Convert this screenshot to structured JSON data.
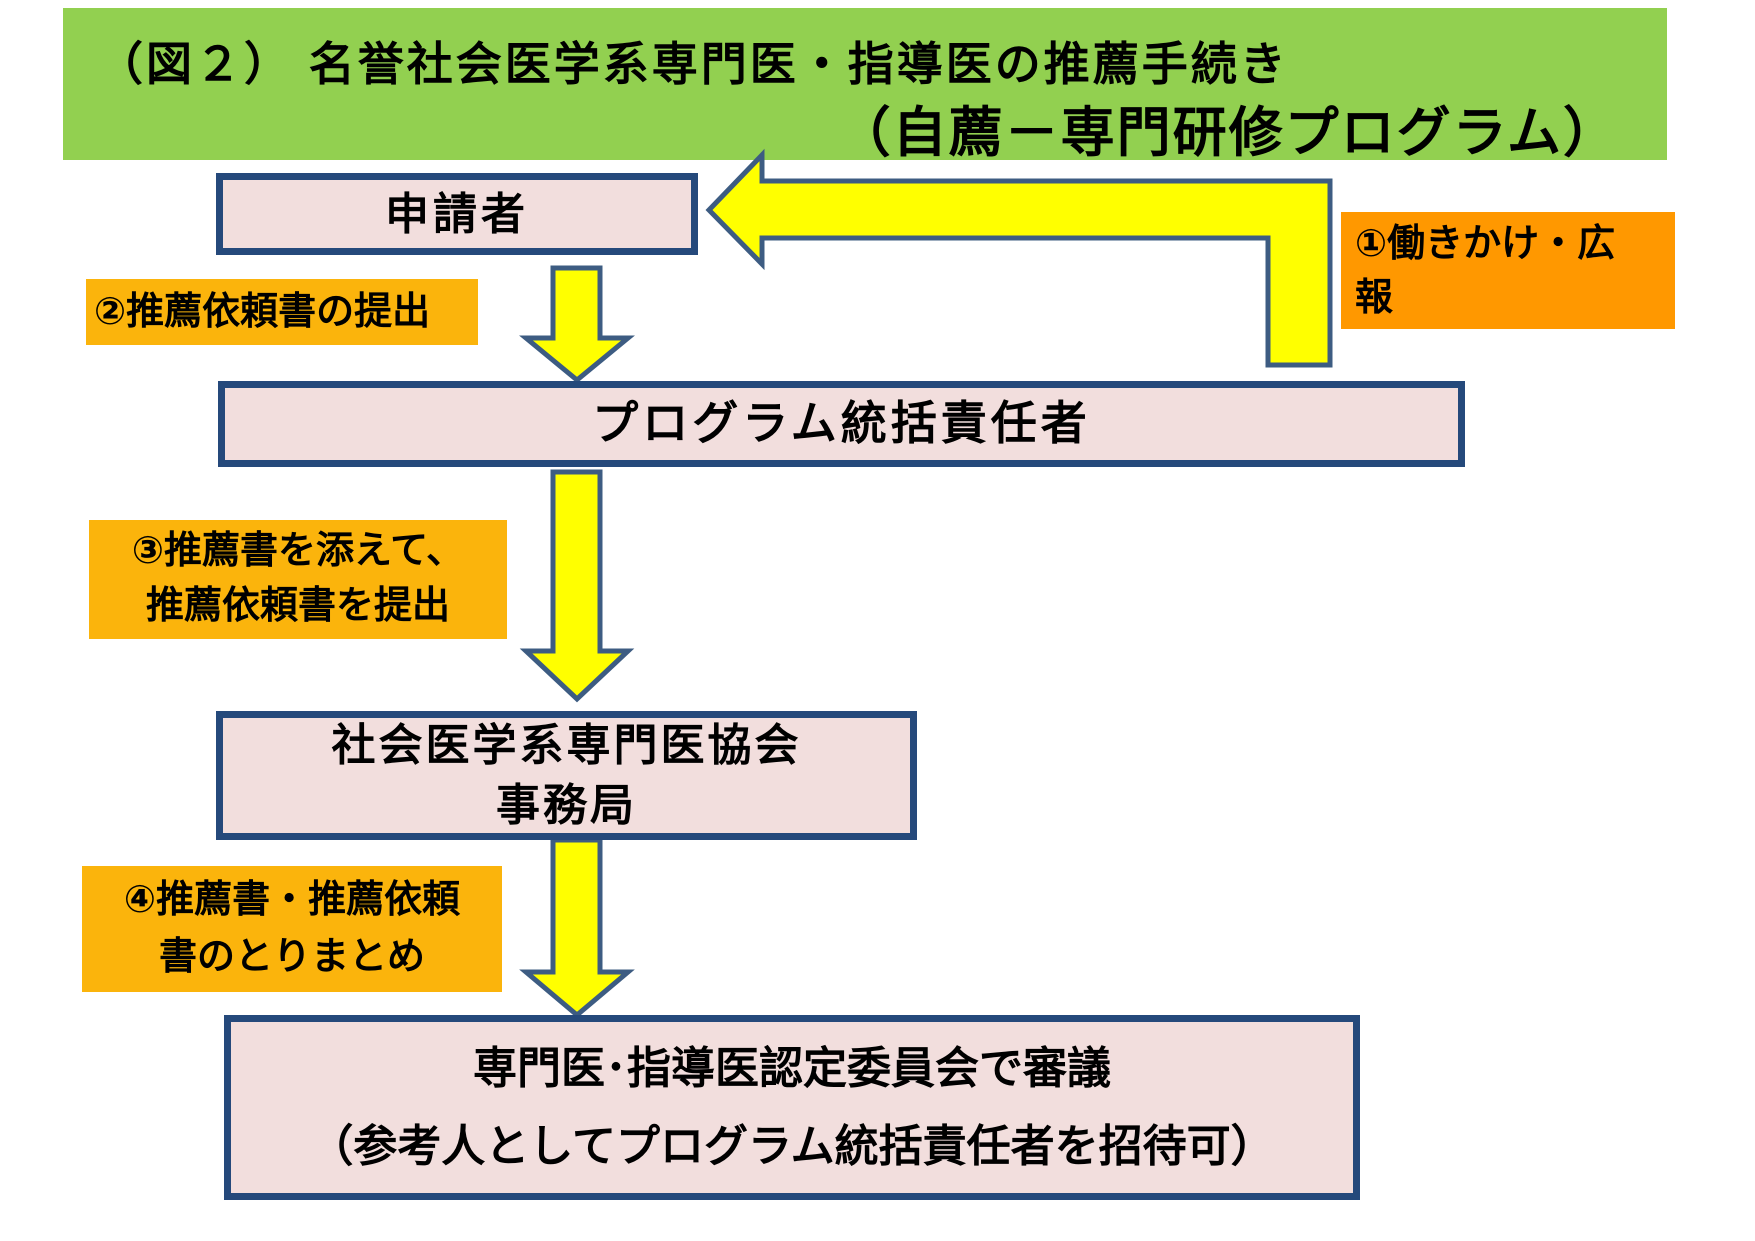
{
  "palette": {
    "banner_green": "#92D050",
    "box_fill": "#F2DEDD",
    "box_border": "#25497B",
    "arrow_fill": "#FFFF00",
    "arrow_border": "#3D5C82",
    "label_amber": "#FBB40C",
    "label_orange": "#FF9800",
    "text": "#000000",
    "background": "#FFFFFF"
  },
  "header": {
    "line1": "（図２） 名誉社会医学系専門医・指導医の推薦手続き",
    "line2": "（自薦－専門研修プログラム）"
  },
  "nodes": {
    "applicant": "申請者",
    "program_director": "プログラム統括責任者",
    "association_line1": "社会医学系専門医協会",
    "association_line2": "事務局",
    "committee_line1": "専門医･指導医認定委員会で審議",
    "committee_line2": "（参考人としてプログラム統括責任者を招待可）"
  },
  "labels": {
    "step1_line1": "①働きかけ・広",
    "step1_line2": "報",
    "step2": "②推薦依頼書の提出",
    "step3_line1": "③推薦書を添えて、",
    "step3_line2": "推薦依頼書を提出",
    "step4_line1": "④推薦書・推薦依頼",
    "step4_line2": "書のとりまとめ"
  }
}
